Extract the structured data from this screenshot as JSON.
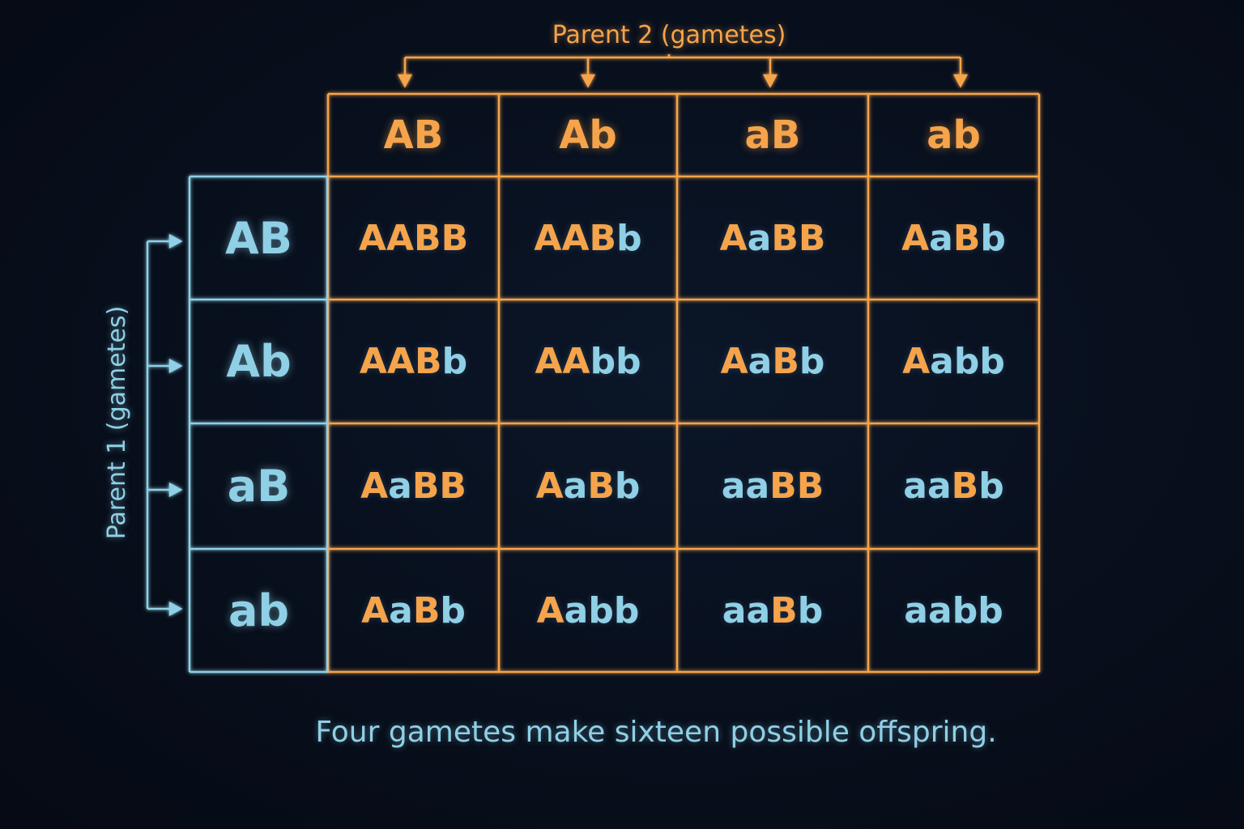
{
  "parent2_label": "Parent 2 (gametes)",
  "parent1_label": "Parent 1 (gametes)",
  "column_gametes": [
    "AB",
    "Ab",
    "aB",
    "ab"
  ],
  "row_gametes": [
    "AB",
    "Ab",
    "aB",
    "ab"
  ],
  "offspring": [
    [
      "AABB",
      "AABb",
      "AaBB",
      "AaBb"
    ],
    [
      "AABb",
      "AAbb",
      "AaBb",
      "Aabb"
    ],
    [
      "AaBB",
      "AaBb",
      "aaBB",
      "aaBb"
    ],
    [
      "AaBb",
      "Aabb",
      "aaBb",
      "aabb"
    ]
  ],
  "caption": "Four gametes make sixteen possible offspring.",
  "colors": {
    "parent2_accent": "#f5a44b",
    "parent1_accent": "#8fd0e6",
    "background": "#070d19"
  }
}
